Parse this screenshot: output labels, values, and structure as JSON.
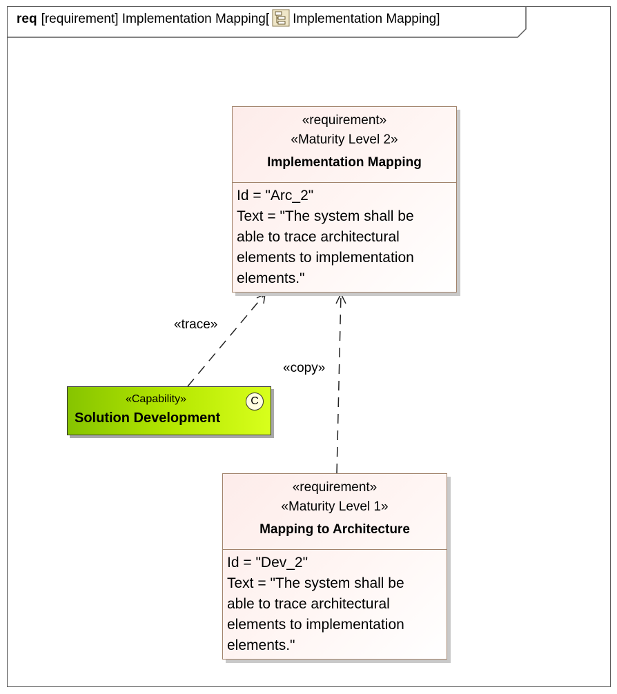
{
  "frame": {
    "keyword": "req",
    "title_before_icon": "[requirement] Implementation Mapping[",
    "title_after_icon": "Implementation Mapping]",
    "icon": "diagram-icon"
  },
  "requirements": {
    "top": {
      "stereotype1": "«requirement»",
      "stereotype2": "«Maturity Level 2»",
      "name": "Implementation Mapping",
      "id_line": "Id = \"Arc_2\"",
      "text_lines": [
        "Text = \"The system shall be",
        "able to trace architectural",
        "elements to implementation",
        "elements.\""
      ]
    },
    "bottom": {
      "stereotype1": "«requirement»",
      "stereotype2": "«Maturity Level 1»",
      "name": "Mapping to Architecture",
      "id_line": "Id = \"Dev_2\"",
      "text_lines": [
        "Text = \"The system shall be",
        "able to trace architectural",
        "elements to implementation",
        "elements.\""
      ]
    }
  },
  "capability": {
    "stereotype": "«Capability»",
    "name": "Solution Development",
    "badge": "C"
  },
  "relations": {
    "trace_label": "«trace»",
    "copy_label": "«copy»"
  },
  "colors": {
    "requirement_border": "#a2836b",
    "requirement_fill": "#fdecea",
    "capability_fill": "#b4e600"
  }
}
